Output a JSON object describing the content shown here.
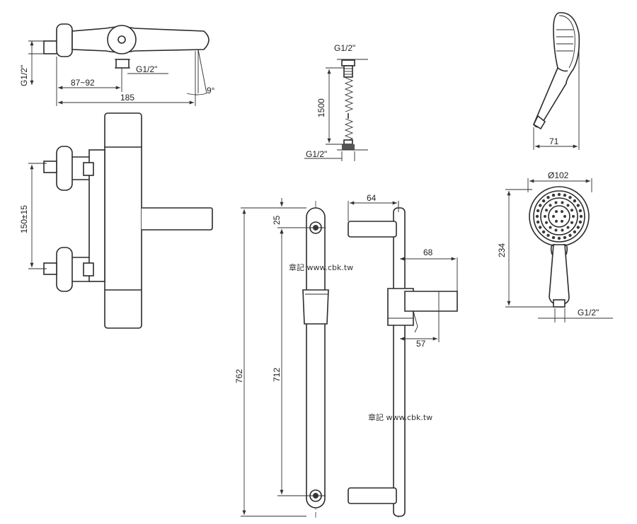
{
  "mixer": {
    "g12_side": "G1/2\"",
    "g12_outlet": "G1/2\"",
    "span_87_92": "87~92",
    "width_185": "185",
    "angle_9": "9°",
    "centers_150": "150±15"
  },
  "hose": {
    "top_thread": "G1/2\"",
    "length_1500": "1500",
    "bottom_thread": "G1/2\""
  },
  "handshower": {
    "depth_71": "71",
    "diameter_102": "Ø102",
    "length_234": "234",
    "thread": "G1/2\""
  },
  "rail": {
    "bracket_64": "64",
    "holder_68": "68",
    "holder_57": "57",
    "offset_25": "25",
    "centers_712": "712",
    "length_762": "762"
  },
  "watermarks": {
    "upper": "章記 www.cbk.tw",
    "lower": "章記 www.cbk.tw"
  }
}
